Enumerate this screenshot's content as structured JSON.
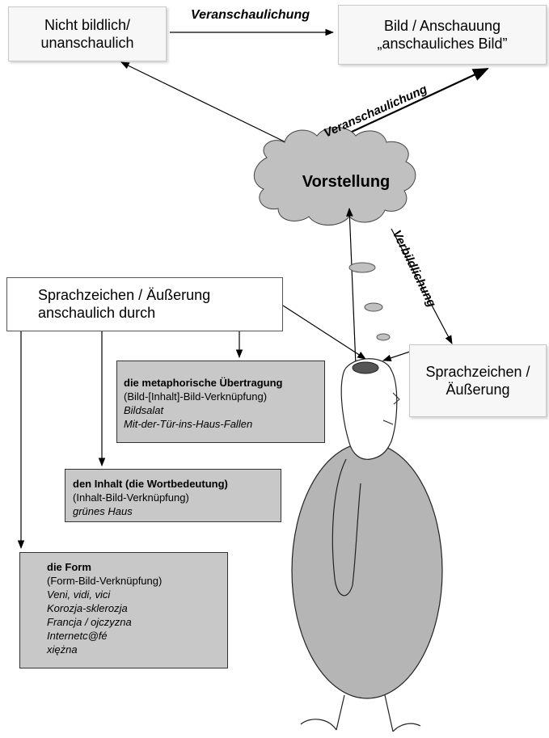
{
  "top_left": {
    "line1": "Nicht bildlich/",
    "line2": "unanschaulich"
  },
  "top_right": {
    "line1": "Bild / Anschauung",
    "line2": "„anschauliches Bild”"
  },
  "arrow_labels": {
    "top": "Veranschaulichung",
    "diagonal": "Veranschaulichung",
    "verbildlichung": "Verbildlichung"
  },
  "cloud": {
    "label": "Vorstellung"
  },
  "speech_left": {
    "line1": "Sprachzeichen / Äußerung",
    "line2": "anschaulich durch"
  },
  "speech_right": {
    "line1": "Sprachzeichen /",
    "line2": "Äußerung"
  },
  "box_metaphor": {
    "title": "die metaphorische Übertragung",
    "sub": "(Bild-[Inhalt]-Bild-Verknüpfung)",
    "examples": [
      "Bildsalat",
      "Mit-der-Tür-ins-Haus-Fallen"
    ]
  },
  "box_inhalt": {
    "title": "den Inhalt (die Wortbedeutung)",
    "sub": "(Inhalt-Bild-Verknüpfung)",
    "examples": [
      "grünes Haus"
    ]
  },
  "box_form": {
    "title": "die Form",
    "sub": "(Form-Bild-Verknüpfung)",
    "examples": [
      "Veni, vidi, vici",
      "Korozja-sklerozja",
      "Francja / ojczyzna",
      "Internetc@fé",
      "xiężna"
    ]
  },
  "colors": {
    "box_grey": "#c8c8c8",
    "figure_grey": "#b5b5b5",
    "head_dark": "#555555"
  }
}
